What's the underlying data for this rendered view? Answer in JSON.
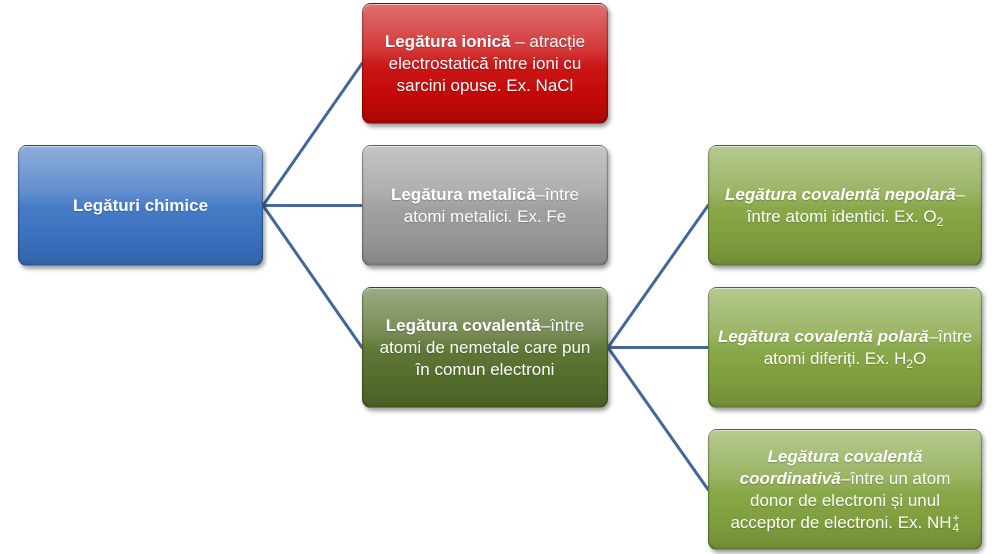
{
  "diagram": {
    "connector_color": "#43679a",
    "root": {
      "label": "Legături chimice",
      "color": "#3b73c3"
    },
    "bond_types": [
      {
        "title": "Legătura ionică",
        "description": " – atracție electrostatică între ioni cu sarcini opuse. Ex. NaCl",
        "color": "#c80808"
      },
      {
        "title": "Legătura metalică",
        "description": "–între atomi metalici. Ex. Fe",
        "color": "#9b9b9b"
      },
      {
        "title": "Legătura covalentă",
        "description": "–între atomi de nemetale care pun în comun electroni",
        "color": "#556f2b"
      }
    ],
    "covalent_subtypes": [
      {
        "title": "Legătura covalentă nepolară",
        "description": "–între atomi identici. Ex. O",
        "formula_subscript": "2",
        "color": "#82a33f"
      },
      {
        "title": "Legătura covalentă polară",
        "description": "–între atomi diferiți. Ex. H",
        "formula_subscript": "2",
        "formula_rest": "O",
        "color": "#82a33f"
      },
      {
        "title": "Legătura covalentă coordinativă",
        "description": "–între un atom donor de electroni și unul acceptor de electroni. Ex. NH",
        "formula_subscript": "4",
        "formula_superscript": "+",
        "color": "#82a33f"
      }
    ]
  }
}
